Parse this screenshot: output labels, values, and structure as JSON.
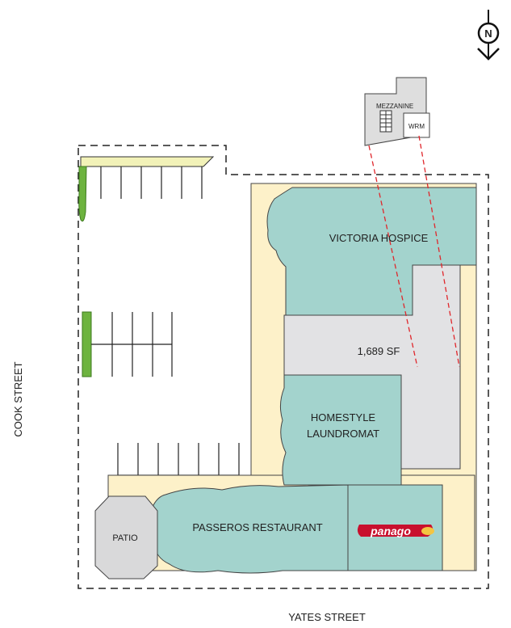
{
  "north_arrow": {
    "letter": "N"
  },
  "mezzanine": {
    "label": "MEZZANINE",
    "wrm_label": "WRM"
  },
  "units": {
    "victoria_hospice": "VICTORIA HOSPICE",
    "available": "1,689 SF",
    "laundromat_line1": "HOMESTYLE",
    "laundromat_line2": "LAUNDROMAT",
    "restaurant": "PASSEROS RESTAURANT",
    "panago": "panago",
    "patio": "PATIO"
  },
  "streets": {
    "cook": "COOK STREET",
    "yates": "YATES STREET"
  },
  "colors": {
    "lot_yellow": "#fdf1c9",
    "tenant_teal": "#a3d3cd",
    "available_grey": "#e2e2e4",
    "patio_grey": "#d9d9da",
    "landscape_green": "#6db33f",
    "pointer_red": "#e0262b",
    "panago_red": "#c8102e"
  }
}
